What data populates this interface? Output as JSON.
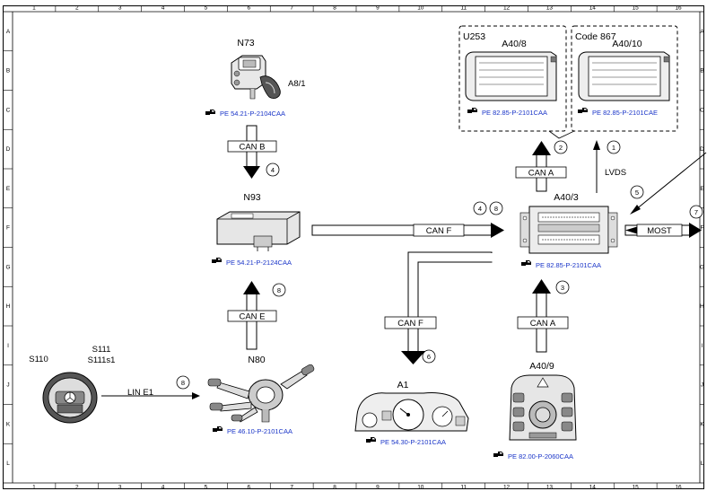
{
  "grid": {
    "columns": [
      "1",
      "2",
      "3",
      "4",
      "5",
      "6",
      "7",
      "8",
      "9",
      "10",
      "11",
      "12",
      "13",
      "14",
      "15",
      "16"
    ],
    "rows": [
      "A",
      "B",
      "C",
      "D",
      "E",
      "F",
      "G",
      "H",
      "I",
      "J",
      "K",
      "L"
    ]
  },
  "components": {
    "n73": {
      "title": "N73",
      "sub": "A8/1",
      "ref": "PE 54.21-P-2104CAA"
    },
    "n93": {
      "title": "N93",
      "ref": "PE 54.21-P-2124CAA"
    },
    "n80": {
      "title": "N80",
      "ref": "PE 46.10-P-2101CAA"
    },
    "s110": {
      "title": "S110"
    },
    "s111": {
      "title": "S111"
    },
    "s111s1": {
      "title": "S111s1"
    },
    "a1": {
      "title": "A1",
      "ref": "PE 54.30-P-2101CAA"
    },
    "a40_9": {
      "title": "A40/9",
      "ref": "PE 82.00-P-2060CAA"
    },
    "a40_3": {
      "title": "A40/3",
      "ref": "PE 82.85-P-2101CAA"
    },
    "a40_8": {
      "title": "A40/8",
      "box": "U253",
      "ref": "PE 82.85-P-2101CAA"
    },
    "a40_10": {
      "title": "A40/10",
      "box": "Code 867",
      "ref": "PE 82.85-P-2101CAE"
    }
  },
  "buses": {
    "can_b": "CAN B",
    "can_e": "CAN E",
    "can_f_main": "CAN F",
    "can_f_down": "CAN F",
    "can_a_up": "CAN A",
    "can_a_low": "CAN A",
    "line_e1": "LIN E1",
    "most": "MOST",
    "lvds": "LVDS"
  },
  "markers": {
    "n1": "1",
    "n2": "2",
    "n3": "3",
    "n4a": "4",
    "n4b": "4",
    "n8a": "8",
    "n5": "5",
    "n6": "6",
    "n7": "7",
    "n8b": "8",
    "n8c": "8"
  },
  "colors": {
    "reference_link": "#1a35c8",
    "frame": "#000000"
  }
}
